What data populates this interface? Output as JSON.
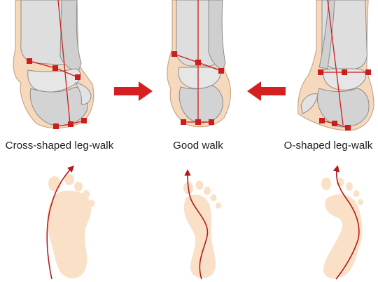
{
  "captions": {
    "cross": "Cross-shaped leg-walk",
    "good": "Good walk",
    "o": "O-shaped leg-walk"
  },
  "colors": {
    "bone_light": "#e6e6e6",
    "bone_mid": "#c9c9c9",
    "bone_outline": "#8c8c8c",
    "skin": "#f6d8bd",
    "skin_outline": "#c9a788",
    "marker_red": "#cc1d1d",
    "arrow_red": "#d42020",
    "footprint": "#fbe0c8",
    "path_line": "#b51a1a"
  },
  "icons": {
    "arrow_right": "right-arrow-icon",
    "arrow_left": "left-arrow-icon"
  }
}
